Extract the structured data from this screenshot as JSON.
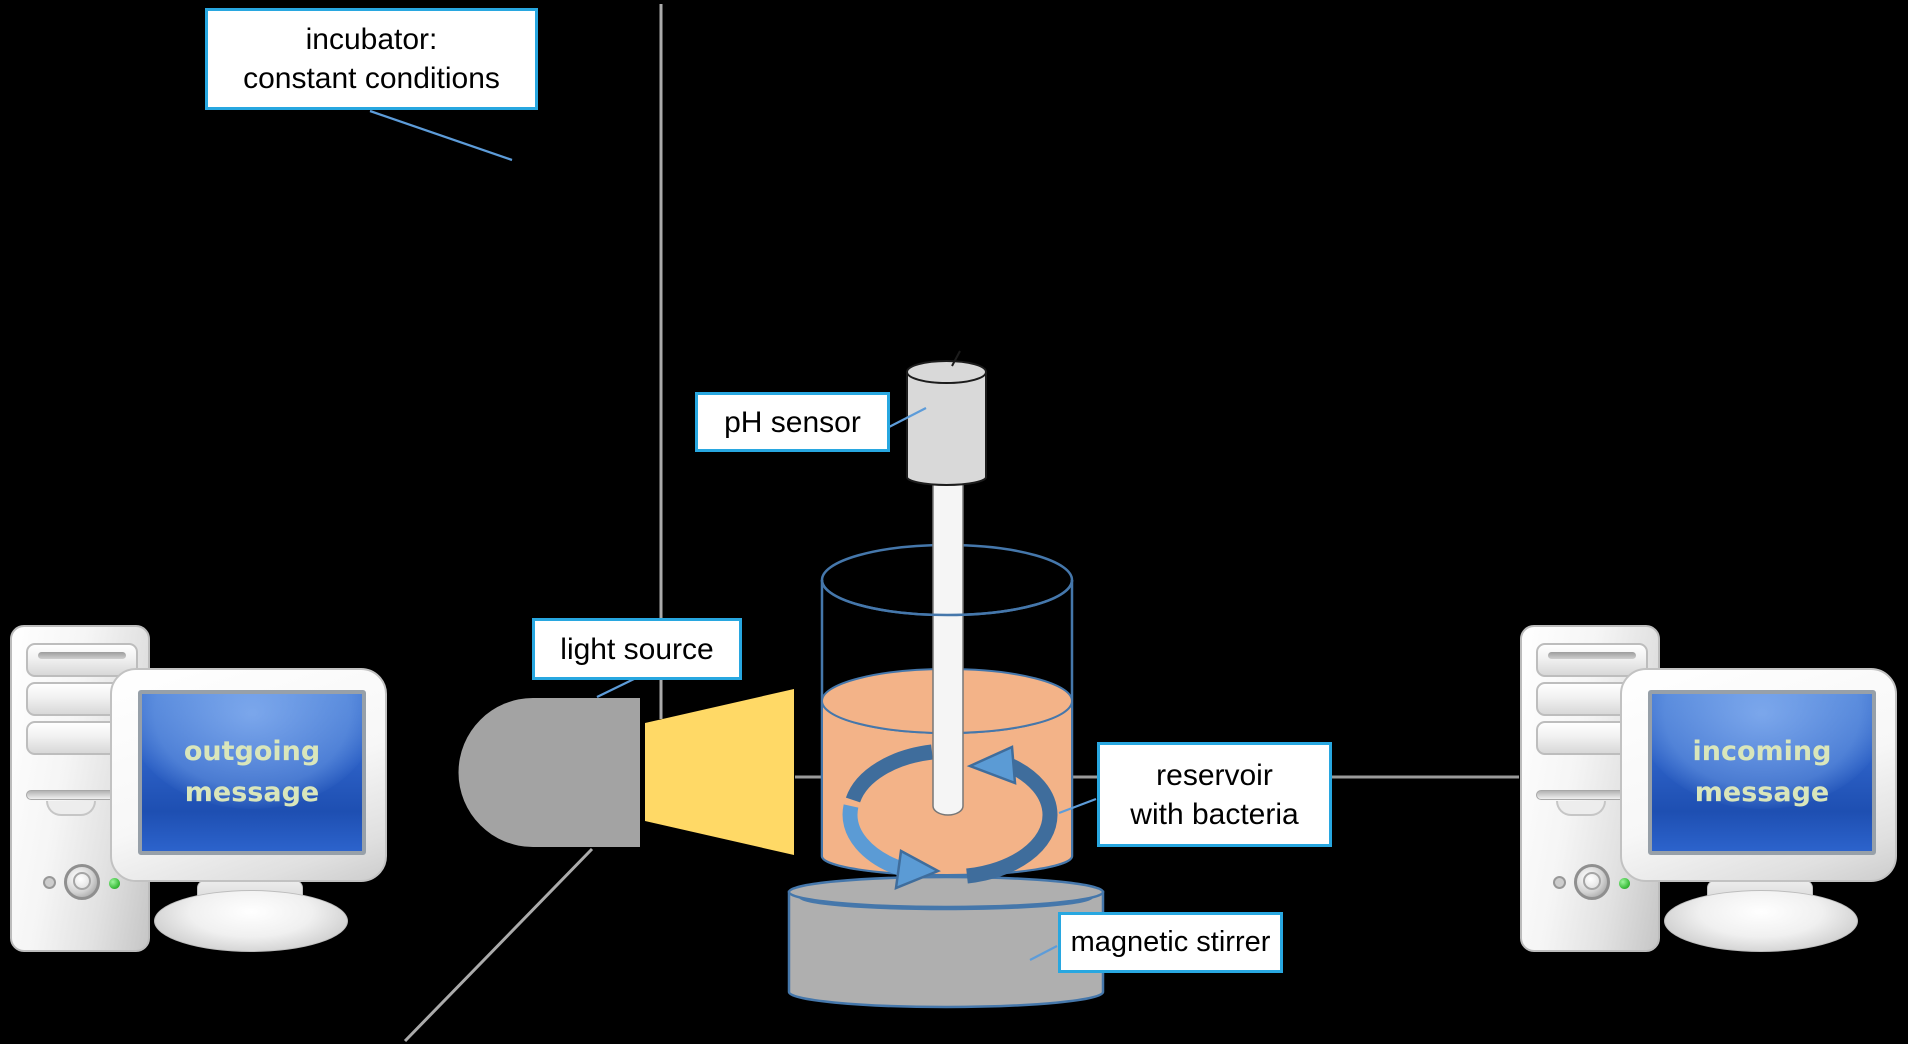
{
  "labels": {
    "incubator_line1": "incubator:",
    "incubator_line2": "constant conditions",
    "ph_sensor": "pH sensor",
    "light_source": "light source",
    "reservoir_line1": "reservoir",
    "reservoir_line2": "with bacteria",
    "magnetic_stirrer": "magnetic stirrer"
  },
  "computers": {
    "left_line1": "outgoing",
    "left_line2": "message",
    "right_line1": "incoming",
    "right_line2": "message"
  },
  "colors": {
    "accent": "#28a7e0",
    "leader": "#5d9cd9",
    "gray_line": "#ababab",
    "wire": "#9a9a9a",
    "beam": "#ffd966",
    "lamp": "#a3a3a3",
    "vessel": "#4577ab",
    "liquid": "#f3b388",
    "arrow_light": "#5b9bd5",
    "arrow_dark": "#3f6d9c",
    "stirrer": "#afafaf",
    "sensor": "#d9d9d9",
    "rod": "#f5f5f5",
    "screen_text": "#d9e6bb",
    "led_green": "#3fbf3f"
  }
}
